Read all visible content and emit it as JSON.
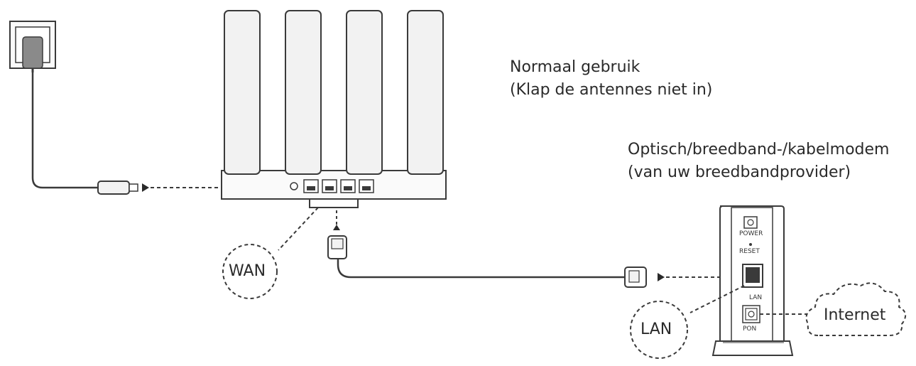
{
  "labels": {
    "normal_use_line1": "Normaal gebruik",
    "normal_use_line2": "(Klap de antennes niet in)",
    "modem_line1": "Optisch/breedband-/kabelmodem",
    "modem_line2": "(van uw breedbandprovider)",
    "wan": "WAN",
    "lan": "LAN",
    "internet": "Internet",
    "modem_power": "POWER",
    "modem_reset": "RESET",
    "modem_lan": "LAN",
    "modem_pon": "PON"
  },
  "colors": {
    "stroke": "#3a3a3a",
    "antenna_fill": "#f2f2f2",
    "plug_fill": "#8a8a8a",
    "line": "#333333"
  }
}
